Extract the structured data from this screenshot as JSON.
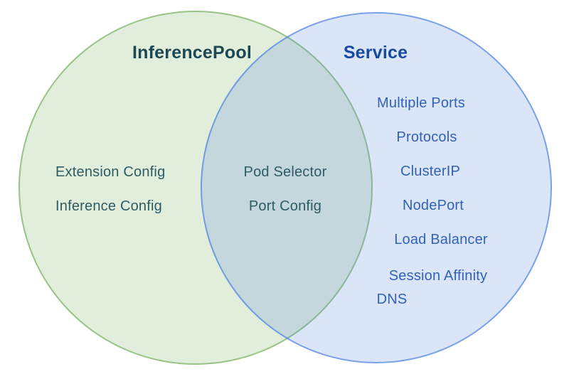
{
  "diagram": {
    "type": "venn",
    "left_circle": {
      "title": "InferencePool",
      "items": [
        "Extension Config",
        "Inference Config"
      ]
    },
    "overlap": {
      "items": [
        "Pod Selector",
        "Port Config"
      ]
    },
    "right_circle": {
      "title": "Service",
      "items": [
        "Multiple Ports",
        "Protocols",
        "ClusterIP",
        "NodePort",
        "Load Balancer",
        "Session Affinity",
        "DNS"
      ]
    },
    "colors": {
      "left_fill": "#e4efdc",
      "left_border": "#9ec68d",
      "right_fill": "#dae4f7",
      "right_border": "#81a6eb",
      "overlap_fill": "#cddedd",
      "left_title_text": "#1d4752",
      "left_item_text": "#2e5b64",
      "right_title_text": "#174a9f",
      "right_item_text": "#3161b8",
      "background": "#ffffff"
    }
  }
}
